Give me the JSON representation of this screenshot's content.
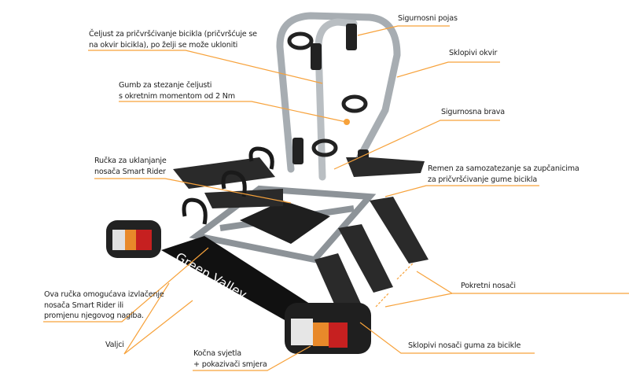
{
  "accent_color": "#f7a23b",
  "brand_text": "Green Valley",
  "labels": {
    "jaw": [
      "Čeljust za pričvršćivanje bicikla (pričvršćuje se",
      "na okvir bicikla), po želji se može ukloniti"
    ],
    "knob": [
      "Gumb za stezanje čeljusti",
      "s okretnim momentom od 2 Nm"
    ],
    "handle_remove": [
      "Ručka za uklanjanje",
      "nosača Smart Rider"
    ],
    "safety_belt": [
      "Sigurnosni pojas"
    ],
    "folding_frame": [
      "Sklopivi okvir"
    ],
    "safety_lock": [
      "Sigurnosna brava"
    ],
    "ratchet_strap": [
      "Remen za samozatezanje sa zupčanicima",
      "za pričvršćivanje gume bicikla"
    ],
    "movable_holders": [
      "Pokretni nosači"
    ],
    "folding_wheel_holders": [
      "Sklopivi nosači guma za bicikle"
    ],
    "handle_tilt": [
      "Ova ručka omogućava izvlačenje",
      "nosača Smart Rider ili",
      "promjenu njegovog nagiba."
    ],
    "rollers": [
      "Valjci"
    ],
    "lights": [
      "Kočna svjetla",
      "+ pokazivači smjera"
    ]
  }
}
